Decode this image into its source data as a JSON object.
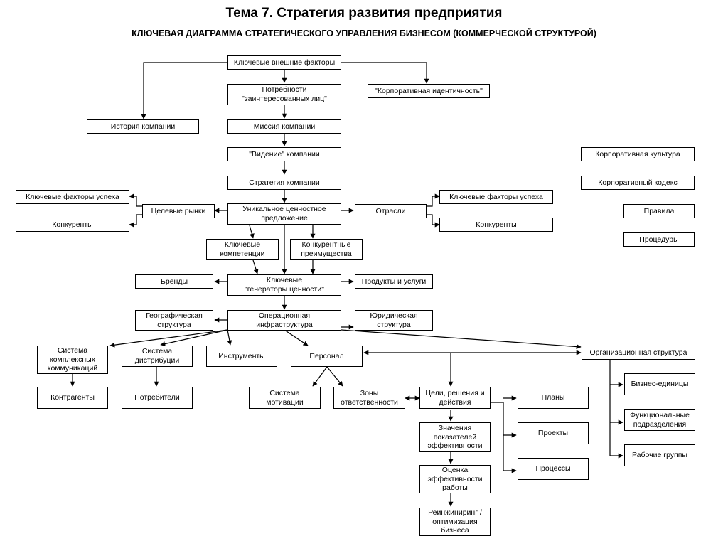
{
  "title": "Тема 7. Стратегия развития предприятия",
  "subtitle": "КЛЮЧЕВАЯ ДИАГРАММА СТРАТЕГИЧЕСКОГО УПРАВЛЕНИЯ БИЗНЕСОМ (КОММЕРЧЕСКОЙ СТРУКТУРОЙ)",
  "nodes": {
    "key_external_factors": "Ключевые внешние факторы",
    "stakeholder_needs": "Потребности\n\"заинтересованных лиц\"",
    "corporate_identity": "\"Корпоративная идентичность\"",
    "company_history": "История компании",
    "company_mission": "Миссия компании",
    "company_vision": "\"Видение\" компании",
    "company_strategy": "Стратегия компании",
    "corporate_culture": "Корпоративная культура",
    "corporate_code": "Корпоративный кодекс",
    "rules": "Правила",
    "procedures": "Процедуры",
    "kfs_left": "Ключевые факторы успеха",
    "competitors_left": "Конкуренты",
    "target_markets": "Целевые рынки",
    "unique_value_proposition": "Уникальное ценностное\nпредложение",
    "industries": "Отрасли",
    "kfs_right": "Ключевые факторы успеха",
    "competitors_right": "Конкуренты",
    "key_competencies": "Ключевые\nкомпетенции",
    "competitive_advantages": "Конкурентные\nпреимущества",
    "brands": "Бренды",
    "value_generators": "Ключевые\n\"генераторы ценности\"",
    "products_services": "Продукты и услуги",
    "geographic_structure": "Географическая\nструктура",
    "operational_infrastructure": "Операционная\nинфраструктура",
    "legal_structure": "Юридическая\nструктура",
    "integrated_communications": "Система\nкомплексных\nкоммуникаций",
    "distribution_system": "Система\nдистрибуции",
    "tools": "Инструменты",
    "personnel": "Персонал",
    "organizational_structure": "Организационная структура",
    "counterparties": "Контрагенты",
    "consumers": "Потребители",
    "motivation_system": "Система\nмотивации",
    "responsibility_zones": "Зоны\nответственности",
    "goals_decisions_actions": "Цели, решения и\nдействия",
    "plans": "Планы",
    "projects": "Проекты",
    "processes": "Процессы",
    "kpi_values": "Значения\nпоказателей\nэффективности",
    "performance_evaluation": "Оценка\nэффективности\nработы",
    "reengineering": "Реинжиниринг /\nоптимизация\nбизнеса",
    "business_units": "Бизнес-единицы",
    "functional_divisions": "Функциональные\nподразделения",
    "work_groups": "Рабочие группы"
  }
}
